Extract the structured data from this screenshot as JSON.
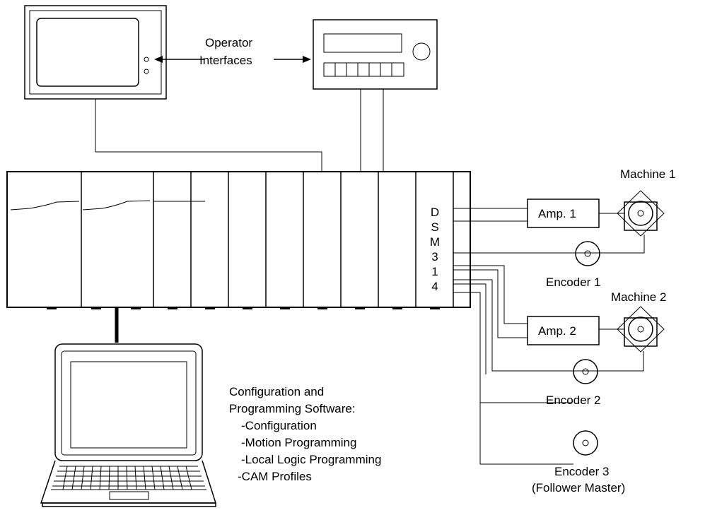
{
  "labels": {
    "operator_interfaces_line1": "Operator",
    "operator_interfaces_line2": "Interfaces",
    "module_letters": [
      "D",
      "S",
      "M",
      "3",
      "1",
      "4"
    ],
    "amp1": "Amp. 1",
    "amp2": "Amp. 2",
    "machine1": "Machine 1",
    "machine2": "Machine 2",
    "encoder1": "Encoder 1",
    "encoder2": "Encoder 2",
    "encoder3_line1": "Encoder 3",
    "encoder3_line2": "(Follower Master)"
  },
  "software": {
    "title_line1": "Configuration and",
    "title_line2": "Programming Software:",
    "items": [
      "-Configuration",
      "-Motion Programming",
      "-Local Logic Programming",
      "-CAM Profiles"
    ]
  }
}
